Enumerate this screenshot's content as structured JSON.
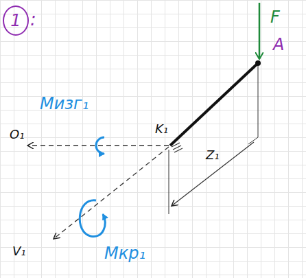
{
  "diagram": {
    "nodes": [
      {
        "text": [
          "1"
        ]
      }
    ],
    "labels": [
      ":",
      "F",
      "A",
      "Мизг₁",
      "K₁",
      "O₁",
      "Z₁",
      "V₁",
      "Мкр₁"
    ]
  }
}
